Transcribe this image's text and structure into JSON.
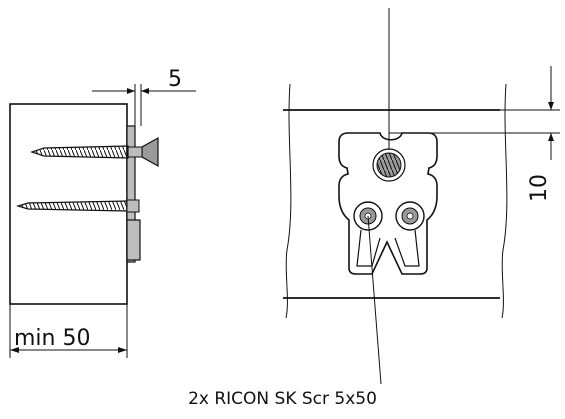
{
  "dimensions": {
    "gap": "5",
    "spacing": "10",
    "min_depth": "min 50"
  },
  "caption": "2x RICON SK Scr 5x50",
  "colors": {
    "line": "#111111",
    "plate_fill": "#bdbdbd",
    "screw_fill": "#9a9a9a",
    "background": "#ffffff"
  }
}
